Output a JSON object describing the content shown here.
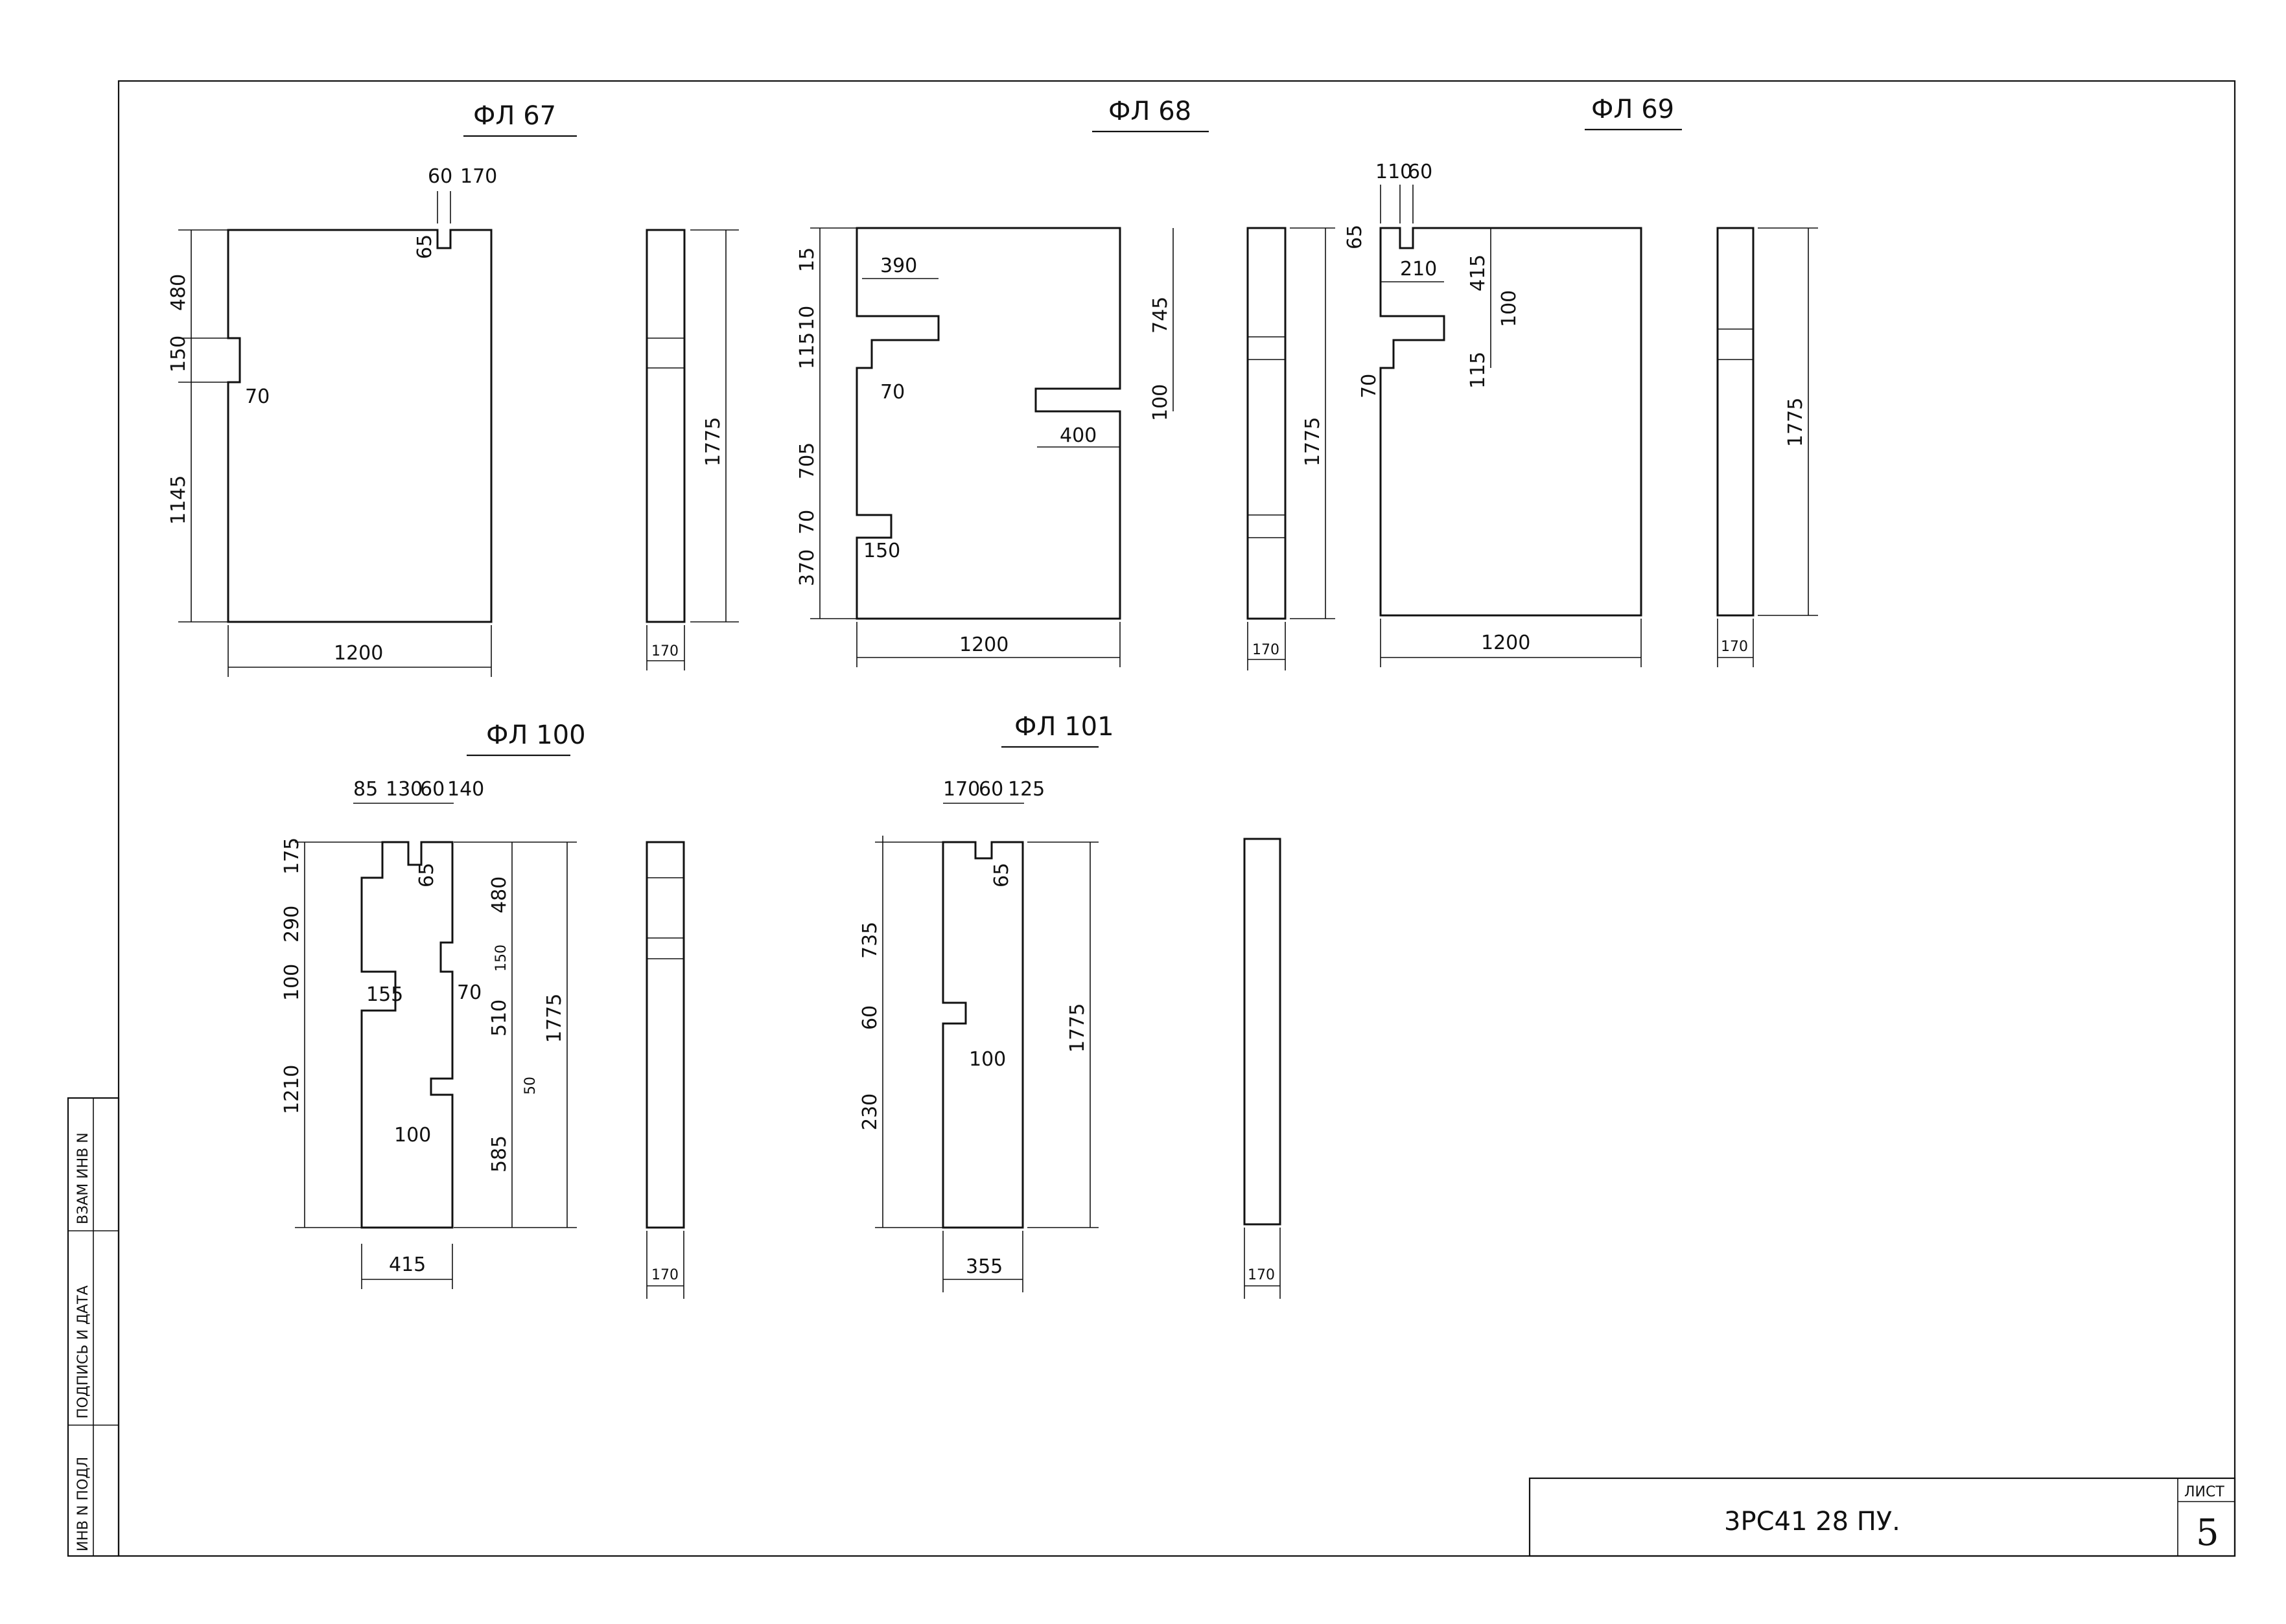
{
  "titles": {
    "fl67": "ФЛ 67",
    "fl68": "ФЛ 68",
    "fl69": "ФЛ 69",
    "fl100": "ФЛ 100",
    "fl101": "ФЛ 101"
  },
  "fl67": {
    "top_a": "60",
    "top_b": "170",
    "notch_h": "65",
    "left_1": "480",
    "left_2": "150",
    "left_3": "1145",
    "notch_d": "70",
    "width": "1200",
    "side_h": "1775",
    "thickness": "170"
  },
  "fl68": {
    "left_1": "15",
    "left_2": "10",
    "left_3": "115",
    "left_4": "705",
    "left_5": "70",
    "left_6": "370",
    "notch_top": "390",
    "notch_d": "70",
    "notch_low": "150",
    "right_1": "745",
    "right_2": "100",
    "notch_right": "400",
    "width": "1200",
    "side_h": "1775",
    "thickness": "170"
  },
  "fl69": {
    "top_a": "110",
    "top_b": "60",
    "notch_h": "65",
    "w_210": "210",
    "h_415": "415",
    "h_100": "100",
    "h_115": "115",
    "d_70": "70",
    "width": "1200",
    "side_h": "1775",
    "thickness": "170"
  },
  "fl100": {
    "top_1": "85",
    "top_2": "130",
    "top_3": "60",
    "top_4": "140",
    "left_1": "175",
    "left_2": "290",
    "left_3": "100",
    "left_4": "1210",
    "in_65": "65",
    "in_155": "155",
    "in_150": "150",
    "in_70": "70",
    "in_100": "100",
    "right_1": "480",
    "right_2": "510",
    "right_3": "50",
    "right_4": "585",
    "side_h": "1775",
    "width": "415",
    "thickness": "170"
  },
  "fl101": {
    "top_1": "170",
    "top_2": "60",
    "top_3": "125",
    "in_65": "65",
    "left_1": "735",
    "left_2": "60",
    "left_3": "230",
    "in_100": "100",
    "side_h": "1775",
    "width": "355",
    "thickness": "170"
  },
  "side_labels": {
    "s1": "ИНВ N ПОДЛ",
    "s2": "ПОДПИСЬ И ДАТА",
    "s3": "ВЗАМ ИНВ N"
  },
  "title_block": {
    "code": "3РС41 28 ПУ.",
    "sheet_label": "ЛИСТ",
    "sheet_no": "5"
  }
}
